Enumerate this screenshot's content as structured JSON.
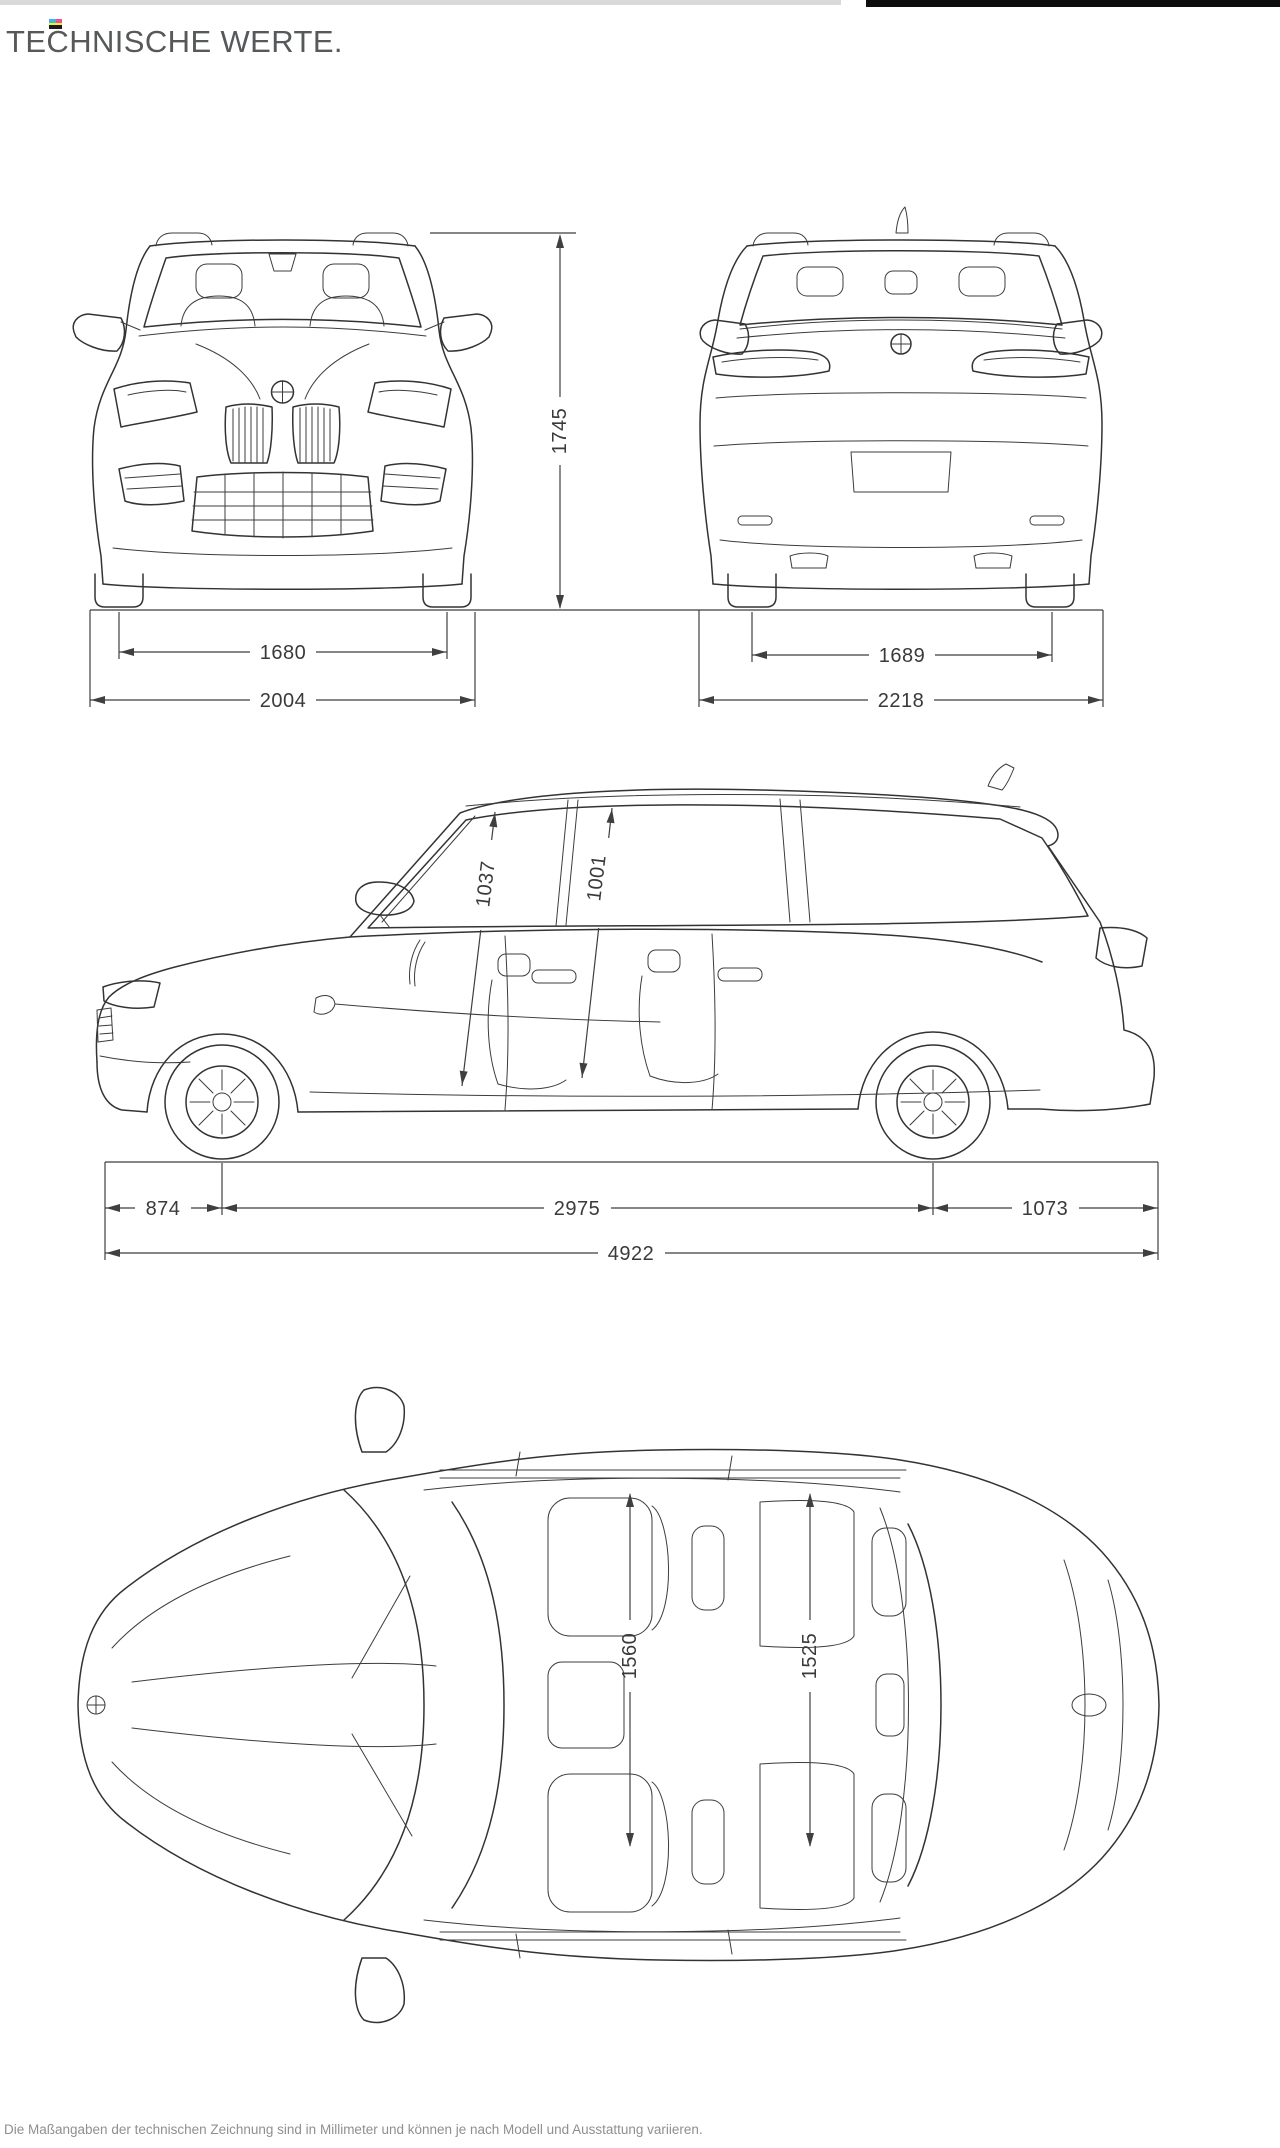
{
  "header": {
    "title": "TECHNISCHE WERTE."
  },
  "footer": {
    "note": "Die Maßangaben der technischen Zeichnung sind in Millimeter und können je nach Modell und Ausstattung variieren."
  },
  "dimensions": {
    "front_view": {
      "height": "1745",
      "track": "1680",
      "width": "2004"
    },
    "rear_view": {
      "track": "1689",
      "width_incl_mirrors": "2218"
    },
    "side_view": {
      "interior_height_front": "1037",
      "interior_height_rear": "1001",
      "overhang_front": "874",
      "wheelbase": "2975",
      "overhang_rear": "1073",
      "length": "4922"
    },
    "top_view": {
      "interior_width_front": "1560",
      "interior_width_rear": "1525"
    }
  },
  "colors": {
    "line_art": "#333333",
    "dimension": "#3f3f3f",
    "title": "#57585a",
    "footer": "#8f8f8f",
    "print_bar_gray": "#d9d9d9",
    "print_bar_black": "#0d0d0d",
    "registration_mark": [
      "#42b4e6",
      "#ea5297",
      "#f7ef27",
      "#1a1a1a"
    ]
  }
}
